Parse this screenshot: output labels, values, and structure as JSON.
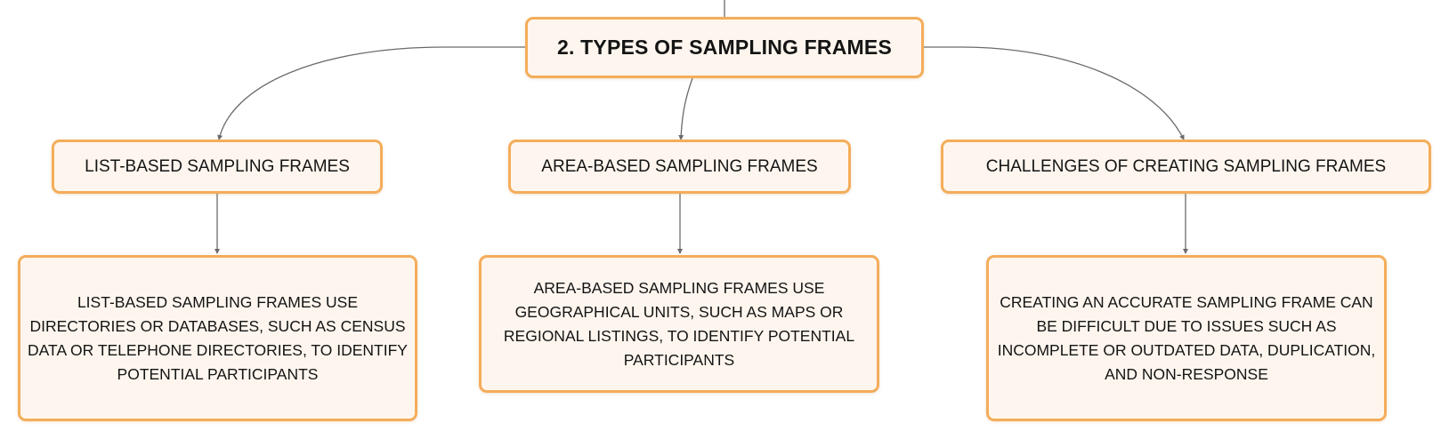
{
  "root": {
    "label": "2. Types of Sampling Frames"
  },
  "branches": [
    {
      "label": "List-based sampling frames",
      "detail": "List-based sampling frames use directories or databases, such as census data or telephone directories, to identify potential participants"
    },
    {
      "label": "Area-based sampling frames",
      "detail": "Area-based sampling frames use geographical units, such as maps or regional listings, to identify potential participants"
    },
    {
      "label": "Challenges of creating sampling frames",
      "detail": "Creating an accurate sampling frame can be difficult due to issues such as incomplete or outdated data, duplication, and non-response"
    }
  ],
  "colors": {
    "node_fill": "#fef6ee",
    "node_border": "#f4ad5a",
    "connector": "#6b6b6b",
    "text": "#141414"
  }
}
